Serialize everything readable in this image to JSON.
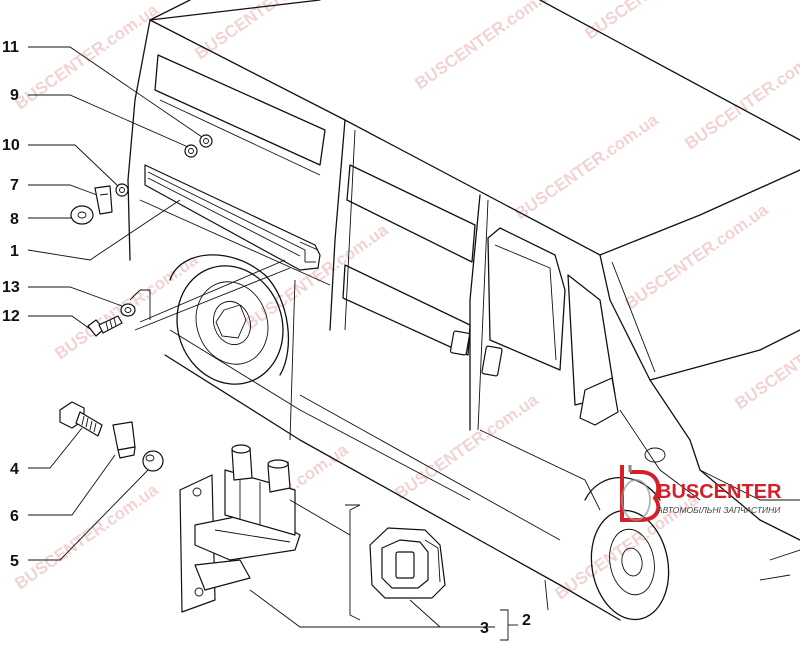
{
  "callouts": {
    "c11": "11",
    "c9": "9",
    "c10": "10",
    "c7": "7",
    "c8": "8",
    "c1": "1",
    "c13": "13",
    "c12": "12",
    "c4": "4",
    "c6": "6",
    "c5": "5",
    "c3": "3",
    "c2": "2"
  },
  "watermark": {
    "text": "BUSCENTER.com.ua"
  },
  "logo": {
    "name": "BUSCENTER",
    "tagline": "АВТОМОБІЛЬНІ ЗАПЧАСТИНИ",
    "color": "#d61f26"
  }
}
